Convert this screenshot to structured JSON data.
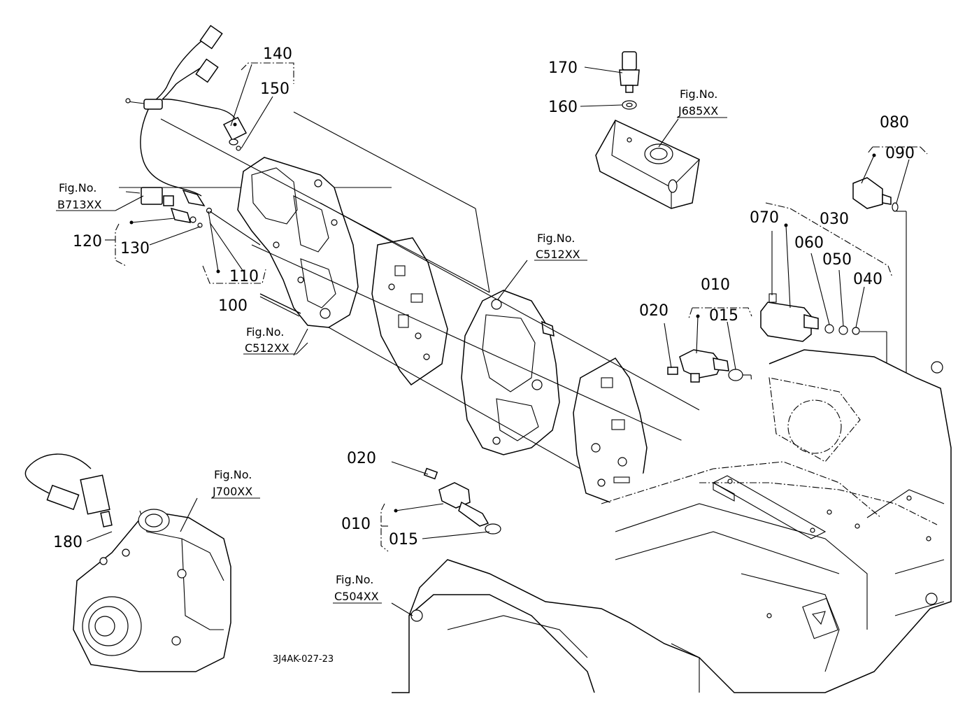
{
  "drawing_code": "3J4AK-027-23",
  "part_numbers": {
    "p010_a": "010",
    "p010_b": "010",
    "p015_a": "015",
    "p015_b": "015",
    "p020_a": "020",
    "p020_b": "020",
    "p030": "030",
    "p040": "040",
    "p050": "050",
    "p060": "060",
    "p070": "070",
    "p080": "080",
    "p090": "090",
    "p100": "100",
    "p110": "110",
    "p120": "120",
    "p130": "130",
    "p140": "140",
    "p150": "150",
    "p160": "160",
    "p170": "170",
    "p180": "180"
  },
  "figure_refs": {
    "prefix": "Fig.No.",
    "b713": "B713XX",
    "c512_left": "C512XX",
    "c512_center": "C512XX",
    "j685": "J685XX",
    "j700": "J700XX",
    "c504": "C504XX"
  }
}
